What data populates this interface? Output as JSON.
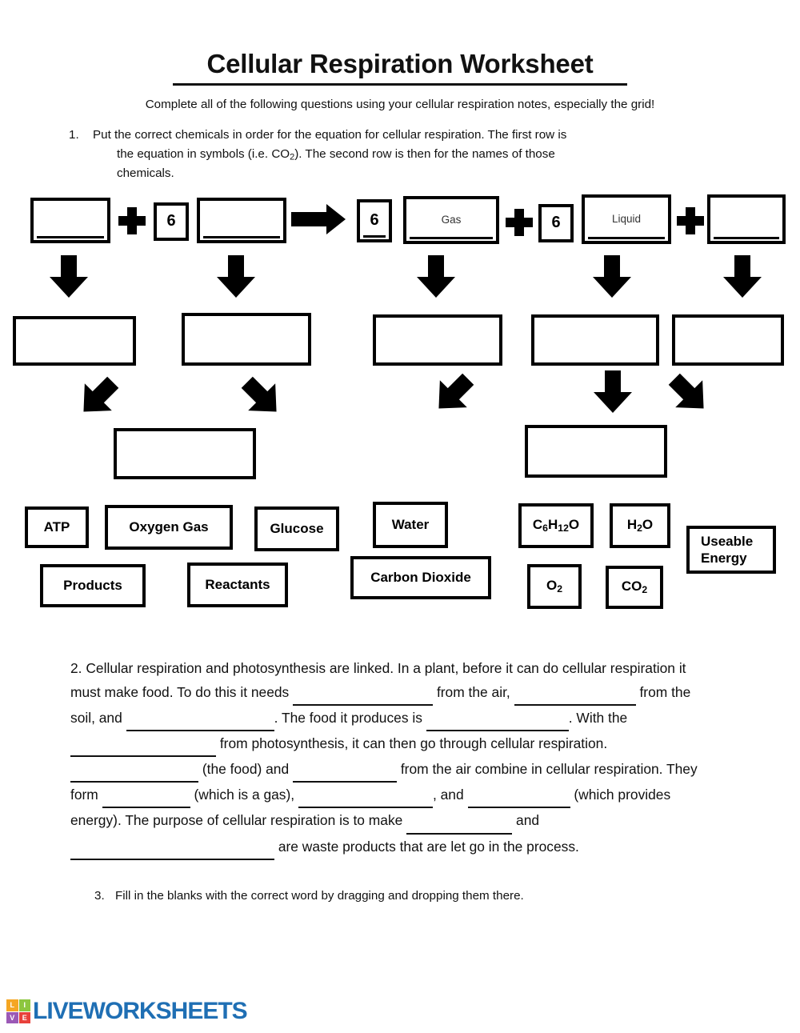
{
  "header": {
    "title": "Cellular Respiration Worksheet",
    "intro": "Complete all of the following questions using your cellular respiration notes, especially the grid!"
  },
  "question1": {
    "number": "1.",
    "line1": "Put the correct chemicals in order for the equation for cellular respiration. The first row is",
    "line2_a": "the equation in symbols (i.e. CO",
    "line2_sub": "2",
    "line2_b": "). The second row is then for the names of those",
    "line3": "chemicals."
  },
  "equation_row": {
    "box1": "",
    "plus1": "+",
    "box2": "6",
    "box3": "",
    "arrow": "right-arrow",
    "box4": "6",
    "box5": "Gas",
    "plus2": "+",
    "box6": "6",
    "box7": "Liquid",
    "plus3": "+",
    "box8": ""
  },
  "names_row": {
    "box1": "",
    "box2": "",
    "box3": "",
    "box4": "",
    "box5": ""
  },
  "summary_row": {
    "box_left": "",
    "box_right": ""
  },
  "word_bank": {
    "tiles": [
      {
        "label": "ATP"
      },
      {
        "label": "Oxygen Gas"
      },
      {
        "label": "Glucose"
      },
      {
        "label": "Water"
      },
      {
        "label": "C6H12O",
        "formula": true
      },
      {
        "label": "H2O",
        "formula": true
      },
      {
        "label": "Useable Energy",
        "lines": [
          "Useable",
          "Energy"
        ]
      },
      {
        "label": "Products"
      },
      {
        "label": "Reactants"
      },
      {
        "label": "Carbon Dioxide"
      },
      {
        "label": "O2",
        "formula": true
      },
      {
        "label": "CO2",
        "formula": true
      }
    ]
  },
  "question2": {
    "number": "2.",
    "t1": "Cellular respiration and photosynthesis are linked. In a plant, before it can do cellular respiration it must make food. To do this it needs",
    "t2": "from the air,",
    "t3": "from the soil, and",
    "t4": ". The food it produces is",
    "t5": ". With the",
    "t6": "from photosynthesis, it can then go through cellular respiration.",
    "t7": "(the food) and",
    "t8": "from the air combine in cellular respiration. They form",
    "t9": "(which is a gas),",
    "t10": ", and",
    "t11": "(which provides energy). The purpose of cellular respiration is to make",
    "t12": "and",
    "t13": "are waste products that are let go in the process."
  },
  "question3": {
    "number": "3.",
    "text": "Fill in the blanks with the correct word by dragging and dropping them there."
  },
  "footer": {
    "brand": "LIVEWORKSHEETS",
    "logo_letters": [
      "L",
      "I",
      "V",
      "E"
    ],
    "logo_colors": [
      "#f5a623",
      "#8dc63f",
      "#9b59b6",
      "#e8413b"
    ],
    "brand_color": "#1f6fb4"
  }
}
